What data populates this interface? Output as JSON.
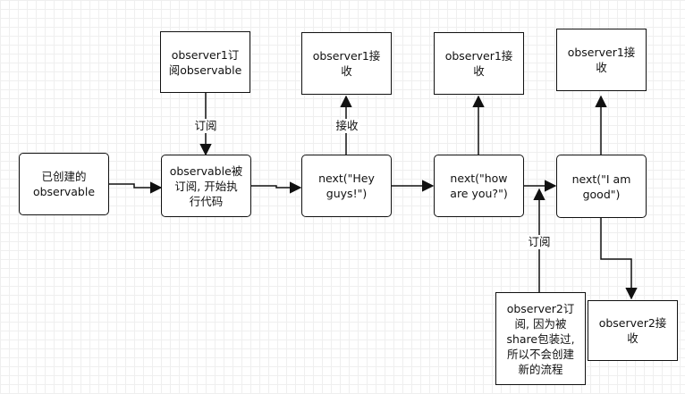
{
  "nodes": {
    "created": "已创建的\nobservable",
    "executing": "observable被\n订阅, 开始执\n行代码",
    "next1": "next(\"Hey\nguys!\")",
    "next2": "next(\"how\nare you?\")",
    "next3": "next(\"I am\ngood\")",
    "obs1_subscribe": "observer1订\n阅observable",
    "obs1_recv1": "observer1接\n收",
    "obs1_recv2": "observer1接\n收",
    "obs1_recv3": "observer1接\n收",
    "obs2_subscribe": "observer2订\n阅, 因为被\nshare包装过,\n所以不会创建\n新的流程",
    "obs2_recv": "observer2接\n收"
  },
  "edge_labels": {
    "subscribe1": "订阅",
    "receive1": "接收",
    "subscribe2": "订阅"
  }
}
